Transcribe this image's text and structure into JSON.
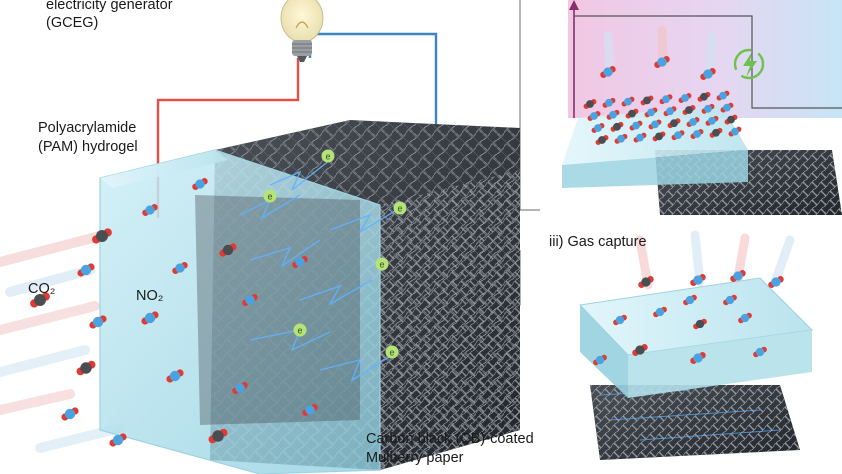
{
  "labels": {
    "gceg_line1": "electricity generator",
    "gceg_line2": "(GCEG)",
    "pam_line1": "Polyacrylamide",
    "pam_line2": "(PAM) hydrogel",
    "co2": "CO₂",
    "no2": "NO₂",
    "gas_capture": "iii) Gas capture",
    "cb_line1": "Carbon black (CB)-coated",
    "cb_line2": "Mulberry paper"
  },
  "electron_symbol": "e",
  "icons": {
    "bulb": "light-bulb-icon",
    "energy": "lightning-energy-icon"
  },
  "colors": {
    "hydrogel": "#a9dbe8",
    "fiber": "#3b3f45",
    "wire_red": "#e2504a",
    "wire_blue": "#3d84c6",
    "oxygen": "#e03b33",
    "carbon": "#4a4d52",
    "nitrogen": "#4aa3e0",
    "electron": "#b6e27a",
    "energy_green": "#6cc24a"
  }
}
